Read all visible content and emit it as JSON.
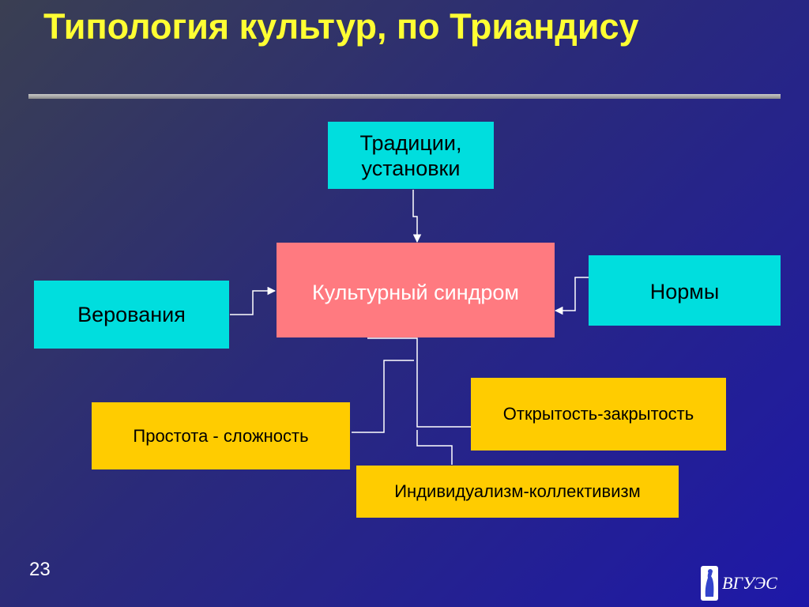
{
  "title": "Типология культур, по Триандису",
  "diagram": {
    "traditions": "Традиции,\nустановки",
    "syndrome": "Культурный синдром",
    "norms": "Нормы",
    "beliefs": "Верования",
    "openness": "Открытость-закрытость",
    "simplicity": "Простота - сложность",
    "individualism": "Индивидуализм-коллективизм"
  },
  "footer": {
    "page_number": "23",
    "logo_text": "ВГУЭС"
  }
}
